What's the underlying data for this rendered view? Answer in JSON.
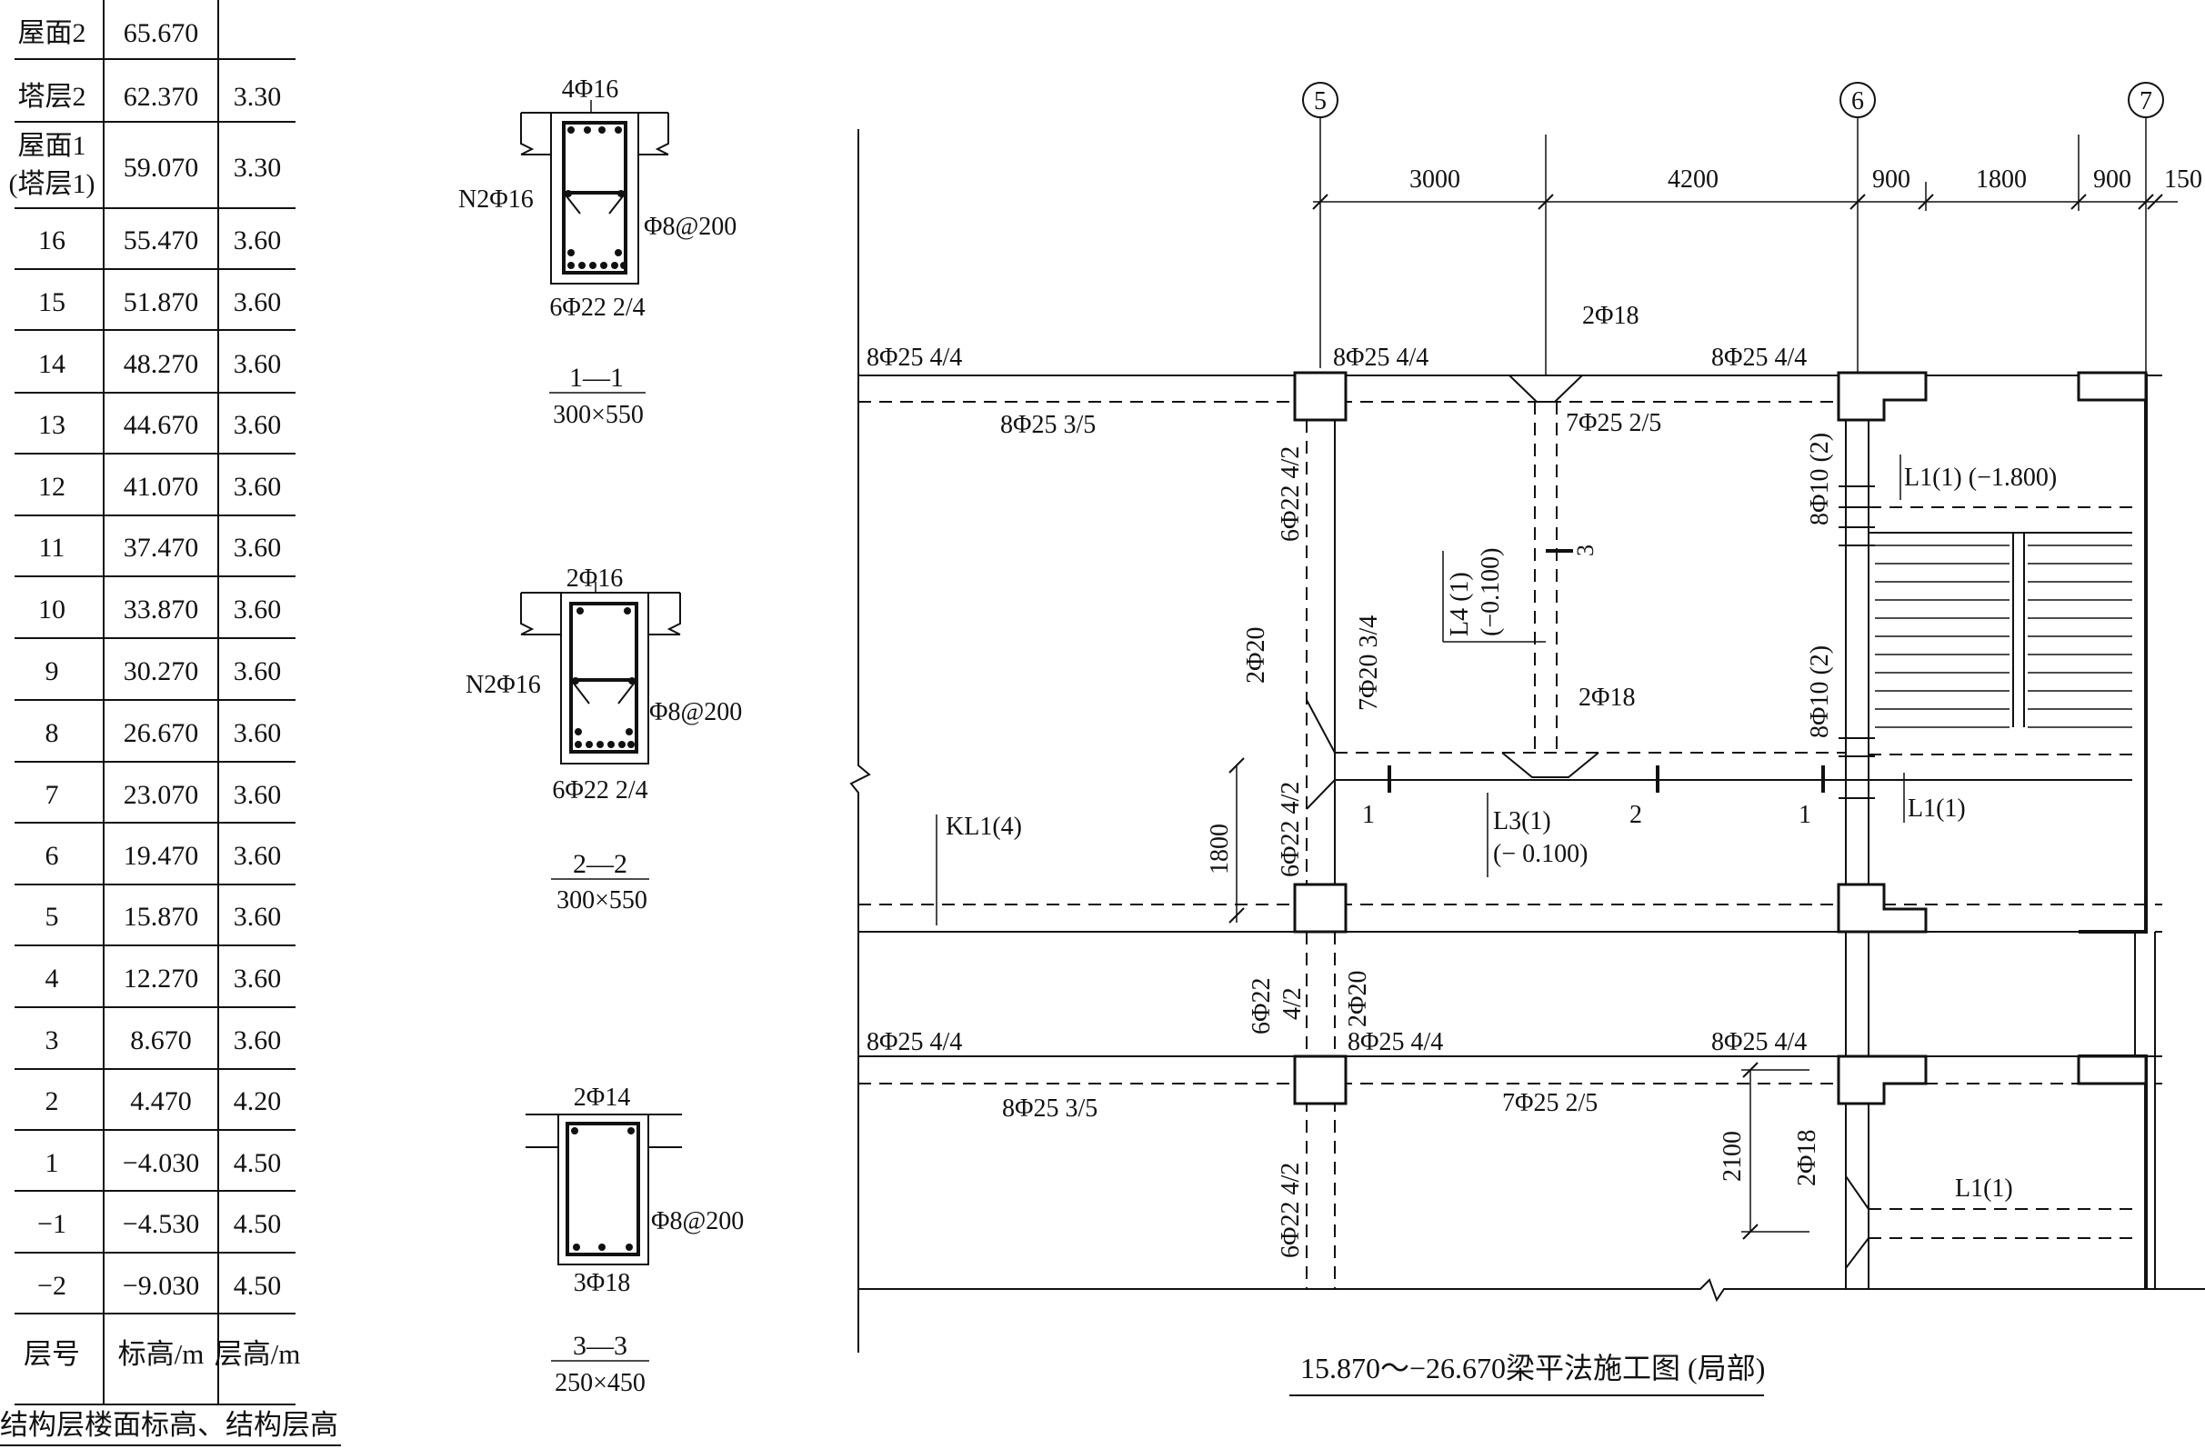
{
  "floor_table": {
    "rows": [
      {
        "floor": "屋面2",
        "elev": "65.670",
        "height": ""
      },
      {
        "floor": "塔层2",
        "elev": "62.370",
        "height": "3.30"
      },
      {
        "floor": "屋面1",
        "floor2": "(塔层1)",
        "elev": "59.070",
        "height": "3.30"
      },
      {
        "floor": "16",
        "elev": "55.470",
        "height": "3.60"
      },
      {
        "floor": "15",
        "elev": "51.870",
        "height": "3.60"
      },
      {
        "floor": "14",
        "elev": "48.270",
        "height": "3.60"
      },
      {
        "floor": "13",
        "elev": "44.670",
        "height": "3.60"
      },
      {
        "floor": "12",
        "elev": "41.070",
        "height": "3.60"
      },
      {
        "floor": "11",
        "elev": "37.470",
        "height": "3.60"
      },
      {
        "floor": "10",
        "elev": "33.870",
        "height": "3.60"
      },
      {
        "floor": "9",
        "elev": "30.270",
        "height": "3.60"
      },
      {
        "floor": "8",
        "elev": "26.670",
        "height": "3.60"
      },
      {
        "floor": "7",
        "elev": "23.070",
        "height": "3.60"
      },
      {
        "floor": "6",
        "elev": "19.470",
        "height": "3.60"
      },
      {
        "floor": "5",
        "elev": "15.870",
        "height": "3.60"
      },
      {
        "floor": "4",
        "elev": "12.270",
        "height": "3.60"
      },
      {
        "floor": "3",
        "elev": "8.670",
        "height": "3.60"
      },
      {
        "floor": "2",
        "elev": "4.470",
        "height": "4.20"
      },
      {
        "floor": "1",
        "elev": "−4.030",
        "height": "4.50"
      },
      {
        "floor": "−1",
        "elev": "−4.530",
        "height": "4.50"
      },
      {
        "floor": "−2",
        "elev": "−9.030",
        "height": "4.50"
      }
    ],
    "header": {
      "floor": "层号",
      "elev": "标高/m",
      "height": "层高/m"
    },
    "caption": "结构层楼面标高、结构层高"
  },
  "sections": [
    {
      "top": "4Φ16",
      "side": "N2Φ16",
      "stirrup": "Φ8@200",
      "bottom": "6Φ22 2/4",
      "name": "1—1",
      "size": "300×550"
    },
    {
      "top": "2Φ16",
      "side": "N2Φ16",
      "stirrup": "Φ8@200",
      "bottom": "6Φ22 2/4",
      "name": "2—2",
      "size": "300×550"
    },
    {
      "top": "2Φ14",
      "side": "",
      "stirrup": "Φ8@200",
      "bottom": "3Φ18",
      "name": "3—3",
      "size": "250×450"
    }
  ],
  "plan": {
    "axes": [
      "5",
      "6",
      "7"
    ],
    "dims": [
      "3000",
      "4200",
      "900",
      "1800",
      "900",
      "150"
    ],
    "title": "15.870～−26.670梁平法施工图 (局部)",
    "labels": {
      "top_left": "8Φ25 4/4",
      "top_mid": "8Φ25 4/4",
      "top_right": "8Φ25 4/4",
      "top_bot_left": "8Φ25 3/5",
      "top_notch_top": "2Φ18",
      "top_notch_bot": "7Φ25 2/5",
      "col_top": "6Φ22 4/2",
      "l4_name": "L4 (1)",
      "l4_elev": "(−0.100)",
      "l4_sec": "3",
      "l4_bot": "7Φ20 3/4",
      "left_bent": "2Φ20",
      "mid_notch": "2Φ18",
      "col_mid": "6Φ22 4/2",
      "dim_1800": "1800",
      "sec1a": "1",
      "sec2": "2",
      "sec1b": "1",
      "l3_name": "L3(1)",
      "l3_elev": "(− 0.100)",
      "kl1": "KL1(4)",
      "right_top_stir": "8Φ10 (2)",
      "l1_top": "L1(1) (−1.800)",
      "right_bot_stir": "8Φ10 (2)",
      "l1_mid": "L1(1)",
      "col_low_a": "6Φ22",
      "col_low_b": "4/2",
      "col_low_c": "2Φ20",
      "bot_left": "8Φ25 4/4",
      "bot_mid": "8Φ25 4/4",
      "bot_right": "8Φ25 4/4",
      "bot_bot_left": "8Φ25 3/5",
      "bot_bot_mid": "7Φ25 2/5",
      "dim_2100": "2100",
      "right_bent": "2Φ18",
      "l1_bot": "L1(1)",
      "col_bot": "6Φ22 4/2"
    }
  }
}
